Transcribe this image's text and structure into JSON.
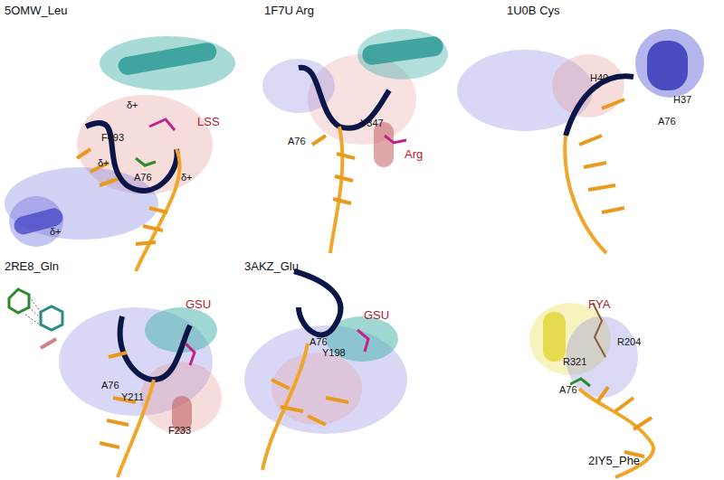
{
  "diagram": {
    "labels": [
      "5OMW_Leu",
      "δ+",
      "δ+",
      "δ+",
      "δ+",
      "F493",
      "LSS",
      "A76",
      "1F7U Arg",
      "Y347",
      "A76",
      "Arg",
      "1U0B Cys",
      "H40",
      "H37",
      "A76",
      "2RE8_Gln",
      "GSU",
      "A76",
      "Y211",
      "F233",
      "3AKZ_Glu",
      "GSU",
      "A76",
      "Y198",
      "FYA",
      "R204",
      "R321",
      "A76",
      "2IY5_Phe"
    ]
  }
}
